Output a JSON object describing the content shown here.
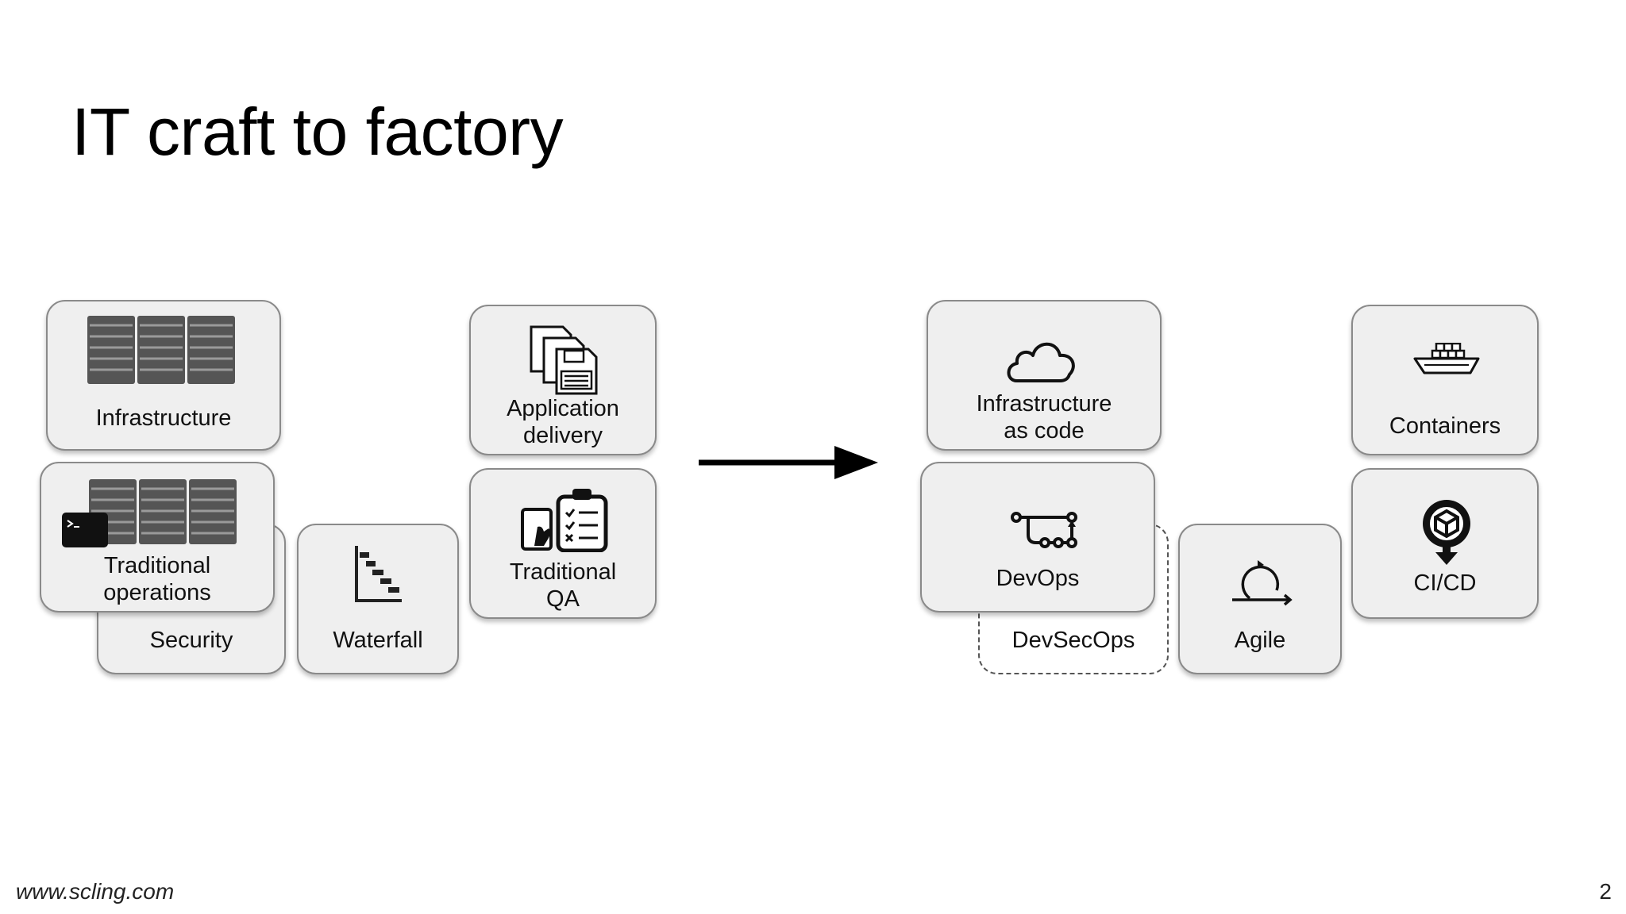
{
  "slide": {
    "title": "IT craft to factory",
    "footer_url": "www.scling.com",
    "page_number": "2"
  },
  "left": {
    "infrastructure": "Infrastructure",
    "application_delivery": "Application\ndelivery",
    "security": "Security",
    "traditional_operations": "Traditional\noperations",
    "waterfall": "Waterfall",
    "traditional_qa": "Traditional\nQA"
  },
  "right": {
    "infrastructure_as_code": "Infrastructure\nas code",
    "containers": "Containers",
    "devops": "DevOps",
    "devsecops": "DevSecOps",
    "agile": "Agile",
    "cicd": "CI/CD"
  },
  "icons": {
    "infrastructure": "server-rack-icon",
    "application_delivery": "floppy-disks-icon",
    "traditional_operations": "server-terminal-icon",
    "waterfall": "waterfall-chart-icon",
    "traditional_qa": "tablet-checklist-icon",
    "infrastructure_as_code": "cloud-icon",
    "containers": "container-ship-icon",
    "devops": "pipeline-icon",
    "agile": "cycle-icon",
    "cicd": "deploy-icon"
  }
}
